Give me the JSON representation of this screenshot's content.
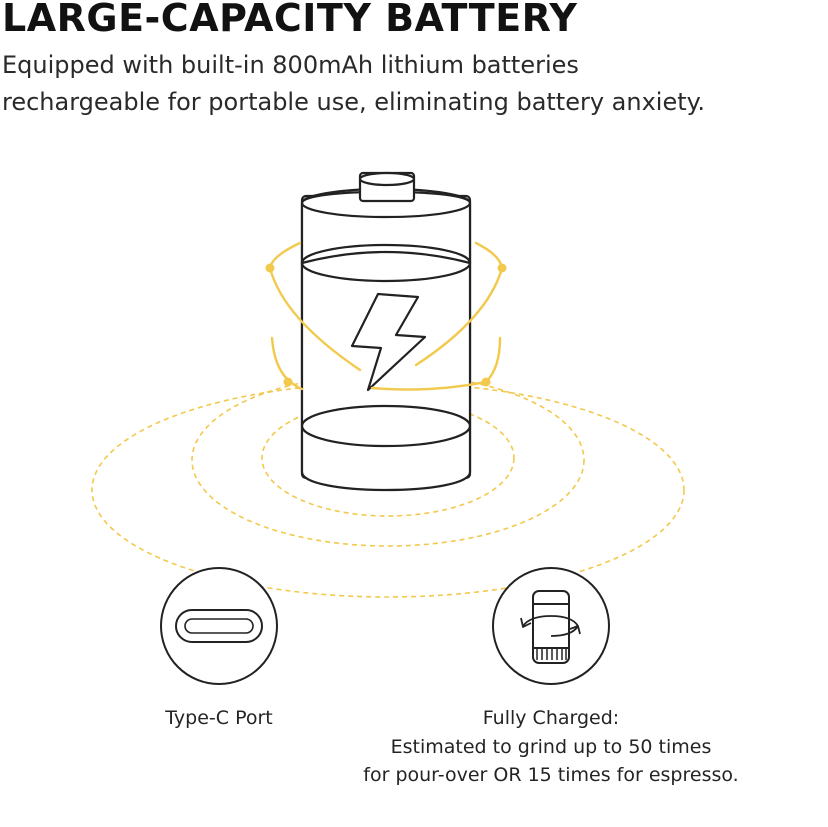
{
  "header": {
    "title": "LARGE-CAPACITY BATTERY",
    "description_line1": "Equipped with built-in 800mAh lithium batteries",
    "description_line2": "rechargeable for portable use, eliminating battery anxiety."
  },
  "illustration": {
    "main_icon": "battery-icon",
    "inner_icon": "lightning-bolt-icon",
    "accent_color": "#F2C94C",
    "line_color": "#222222"
  },
  "features": [
    {
      "icon": "usb-c-port-icon",
      "label": "Type-C Port"
    },
    {
      "icon": "grinder-rotate-icon",
      "label": "Fully Charged:",
      "description_line1": "Estimated to grind up to 50 times",
      "description_line2": "for pour-over OR 15 times for espresso."
    }
  ]
}
